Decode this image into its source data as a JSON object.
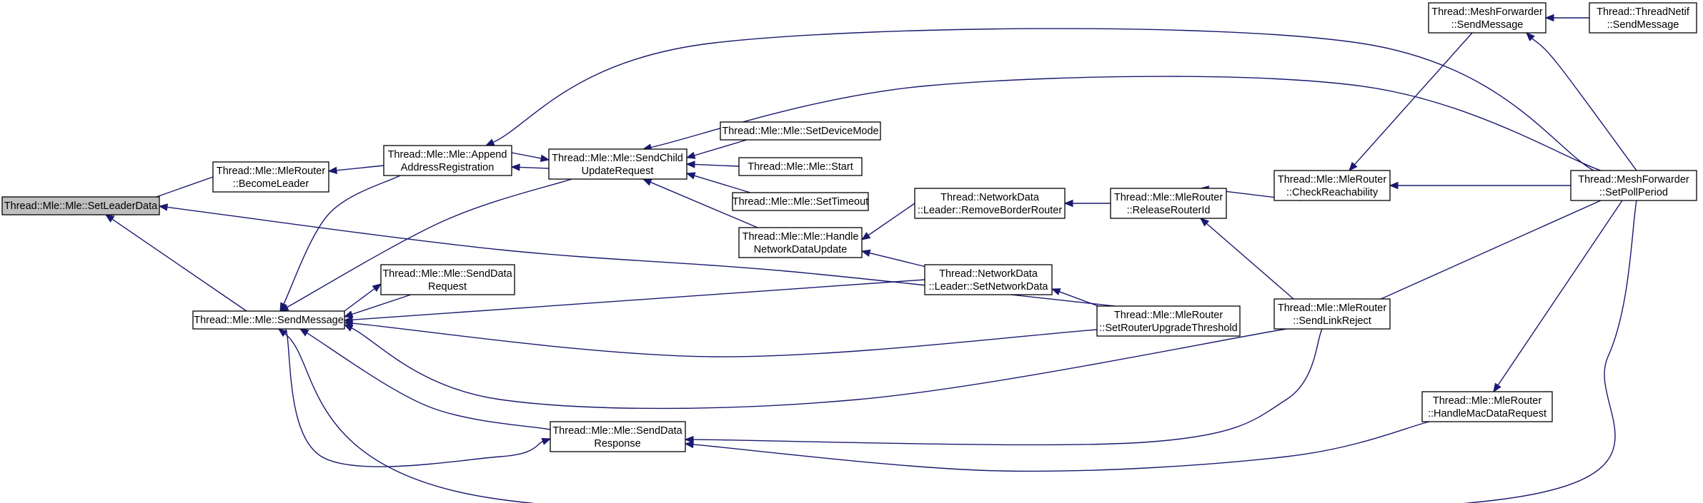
{
  "nodes": [
    {
      "id": "setleaderdata",
      "lines": [
        "Thread::Mle::Mle::SetLeaderData"
      ]
    },
    {
      "id": "becomeleader",
      "lines": [
        "Thread::Mle::MleRouter",
        "::BecomeLeader"
      ]
    },
    {
      "id": "sendmessage",
      "lines": [
        "Thread::Mle::Mle::SendMessage"
      ]
    },
    {
      "id": "appendaddr",
      "lines": [
        "Thread::Mle::Mle::Append",
        "AddressRegistration"
      ]
    },
    {
      "id": "senddatarequest",
      "lines": [
        "Thread::Mle::Mle::SendData",
        "Request"
      ]
    },
    {
      "id": "senddataresponse",
      "lines": [
        "Thread::Mle::Mle::SendData",
        "Response"
      ]
    },
    {
      "id": "sendchildupdate",
      "lines": [
        "Thread::Mle::Mle::SendChild",
        "UpdateRequest"
      ]
    },
    {
      "id": "setdevicemode",
      "lines": [
        "Thread::Mle::Mle::SetDeviceMode"
      ]
    },
    {
      "id": "start",
      "lines": [
        "Thread::Mle::Mle::Start"
      ]
    },
    {
      "id": "settimeout",
      "lines": [
        "Thread::Mle::Mle::SetTimeout"
      ]
    },
    {
      "id": "handlenetdata",
      "lines": [
        "Thread::Mle::Mle::Handle",
        "NetworkDataUpdate"
      ]
    },
    {
      "id": "removeborder",
      "lines": [
        "Thread::NetworkData",
        "::Leader::RemoveBorderRouter"
      ]
    },
    {
      "id": "setnetworkdata",
      "lines": [
        "Thread::NetworkData",
        "::Leader::SetNetworkData"
      ]
    },
    {
      "id": "releaserouterid",
      "lines": [
        "Thread::Mle::MleRouter",
        "::ReleaseRouterId"
      ]
    },
    {
      "id": "setrouterupgrade",
      "lines": [
        "Thread::Mle::MleRouter",
        "::SetRouterUpgradeThreshold"
      ]
    },
    {
      "id": "checkreach",
      "lines": [
        "Thread::Mle::MleRouter",
        "::CheckReachability"
      ]
    },
    {
      "id": "sendlinkreject",
      "lines": [
        "Thread::Mle::MleRouter",
        "::SendLinkReject"
      ]
    },
    {
      "id": "meshsend",
      "lines": [
        "Thread::MeshForwarder",
        "::SendMessage"
      ]
    },
    {
      "id": "threadnetif",
      "lines": [
        "Thread::ThreadNetif",
        "::SendMessage"
      ]
    },
    {
      "id": "setpollperiod",
      "lines": [
        "Thread::MeshForwarder",
        "::SetPollPeriod"
      ]
    },
    {
      "id": "handlemacdata",
      "lines": [
        "Thread::Mle::MleRouter",
        "::HandleMacDataRequest"
      ]
    }
  ],
  "edges": [
    {
      "from": "becomeleader",
      "to": "setleaderdata"
    },
    {
      "from": "sendmessage",
      "to": "setleaderdata"
    },
    {
      "from": "setrouterupgrade",
      "to": "setleaderdata"
    },
    {
      "from": "appendaddr",
      "to": "becomeleader"
    },
    {
      "from": "sendchildupdate",
      "to": "appendaddr"
    },
    {
      "from": "appendaddr",
      "to": "sendchildupdate"
    },
    {
      "from": "appendaddr",
      "to": "sendmessage"
    },
    {
      "from": "sendchildupdate",
      "to": "sendmessage"
    },
    {
      "from": "senddatarequest",
      "to": "sendmessage"
    },
    {
      "from": "sendmessage",
      "to": "senddatarequest"
    },
    {
      "from": "setnetworkdata",
      "to": "sendmessage"
    },
    {
      "from": "setrouterupgrade",
      "to": "sendmessage"
    },
    {
      "from": "sendlinkreject",
      "to": "sendmessage"
    },
    {
      "from": "senddataresponse",
      "to": "sendmessage"
    },
    {
      "from": "sendmessage",
      "to": "senddataresponse"
    },
    {
      "from": "setpollperiod",
      "to": "sendmessage"
    },
    {
      "from": "setdevicemode",
      "to": "sendchildupdate"
    },
    {
      "from": "start",
      "to": "sendchildupdate"
    },
    {
      "from": "settimeout",
      "to": "sendchildupdate"
    },
    {
      "from": "handlenetdata",
      "to": "sendchildupdate"
    },
    {
      "from": "setpollperiod",
      "to": "sendchildupdate"
    },
    {
      "from": "setpollperiod",
      "to": "appendaddr"
    },
    {
      "from": "removeborder",
      "to": "handlenetdata"
    },
    {
      "from": "setnetworkdata",
      "to": "handlenetdata"
    },
    {
      "from": "releaserouterid",
      "to": "removeborder"
    },
    {
      "from": "setrouterupgrade",
      "to": "setnetworkdata"
    },
    {
      "from": "checkreach",
      "to": "releaserouterid"
    },
    {
      "from": "sendlinkreject",
      "to": "releaserouterid"
    },
    {
      "from": "meshsend",
      "to": "checkreach"
    },
    {
      "from": "setpollperiod",
      "to": "checkreach"
    },
    {
      "from": "sendlinkreject",
      "to": "senddataresponse"
    },
    {
      "from": "handlemacdata",
      "to": "senddataresponse"
    },
    {
      "from": "setpollperiod",
      "to": "sendlinkreject"
    },
    {
      "from": "setpollperiod",
      "to": "handlemacdata"
    },
    {
      "from": "threadnetif",
      "to": "meshsend"
    },
    {
      "from": "setpollperiod",
      "to": "meshsend"
    }
  ],
  "colors": {
    "edge": "#191970",
    "focus_fill": "#bfbfbf",
    "node_fill": "#ffffff",
    "node_stroke": "#000000"
  }
}
